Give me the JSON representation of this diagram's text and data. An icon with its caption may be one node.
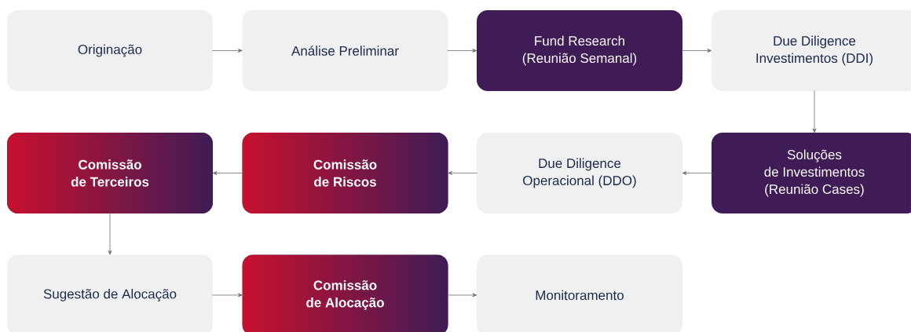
{
  "diagram": {
    "nodes": [
      {
        "text": [
          "Originação"
        ]
      },
      {
        "text": [
          "Análise Preliminar"
        ]
      },
      {
        "text": [
          "Fund Research (Reunião Semanal)"
        ]
      },
      {
        "text": [
          "Due Diligence Investimentos (DDI)"
        ]
      },
      {
        "text": [
          "Comissão de Terceiros"
        ]
      },
      {
        "text": [
          "Comissão de Riscos"
        ]
      },
      {
        "text": [
          "Due Diligence Operacional (DDO)"
        ]
      },
      {
        "text": [
          "Soluções de Investimentos (Reunião Cases)"
        ]
      },
      {
        "text": [
          "Sugestão de Alocação"
        ]
      },
      {
        "text": [
          "Comissão de Alocação"
        ]
      },
      {
        "text": [
          "Monitoramento"
        ]
      }
    ],
    "edges": [
      {
        "from": 0,
        "to": 1,
        "arrow": "to"
      },
      {
        "from": 1,
        "to": 2,
        "arrow": "to"
      },
      {
        "from": 2,
        "to": 3,
        "arrow": "to"
      },
      {
        "from": 3,
        "to": 7,
        "arrow": "to"
      },
      {
        "from": 7,
        "to": 6,
        "arrow": "to"
      },
      {
        "from": 6,
        "to": 5,
        "arrow": "to"
      },
      {
        "from": 5,
        "to": 4,
        "arrow": "to"
      },
      {
        "from": 4,
        "to": 8,
        "arrow": "to"
      },
      {
        "from": 8,
        "to": 9,
        "arrow": "to"
      },
      {
        "from": 9,
        "to": 10,
        "arrow": "to"
      }
    ]
  }
}
